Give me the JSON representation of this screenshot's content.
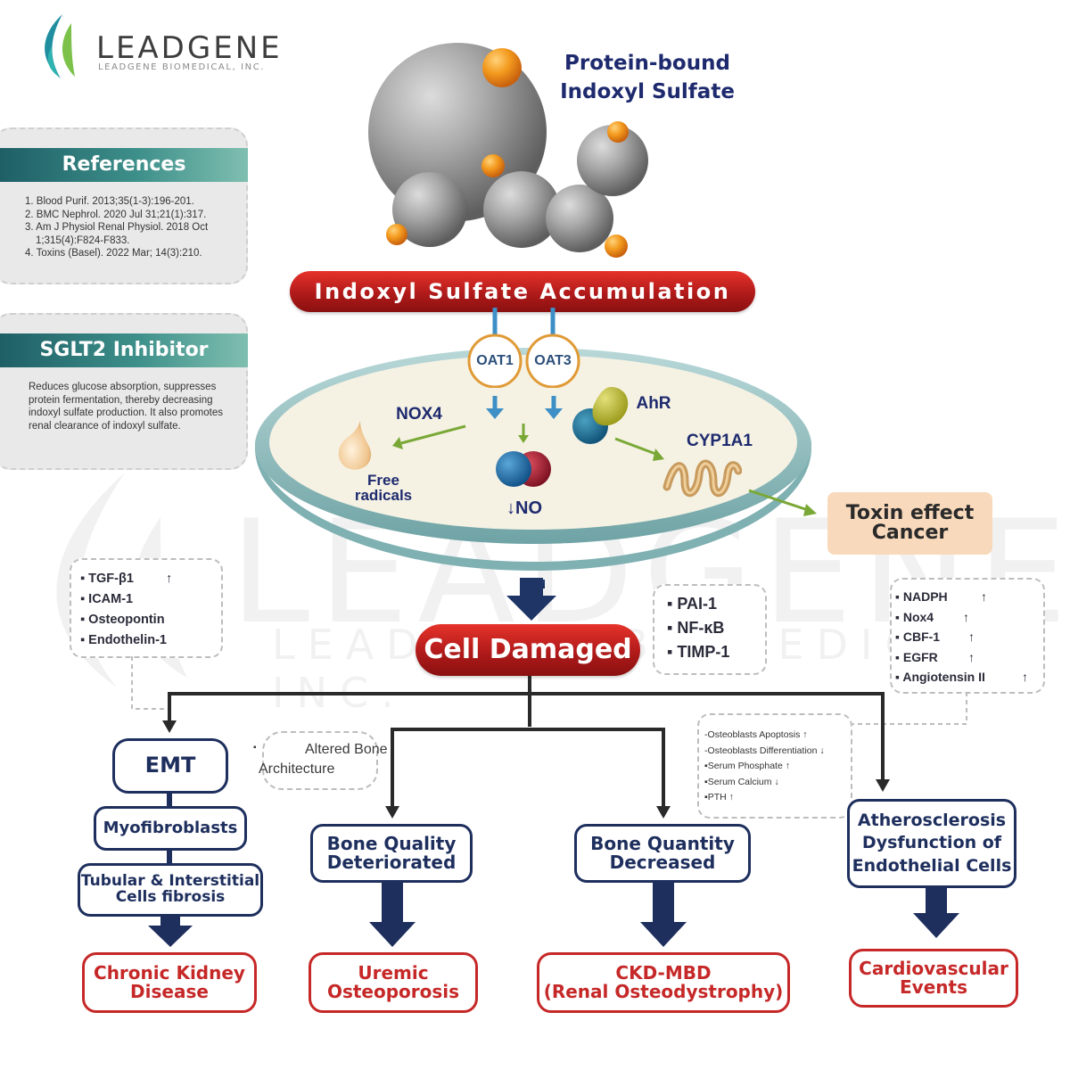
{
  "logo": {
    "name": "LEADGENE",
    "sub": "LEADGENE BIOMEDICAL, INC."
  },
  "title": {
    "line1": "Protein-bound",
    "line2": "Indoxyl Sulfate"
  },
  "references": {
    "heading": "References",
    "items": [
      "1. Blood Purif. 2013;35(1-3):196-201.",
      "2. BMC Nephrol. 2020 Jul 31;21(1):317.",
      "3. Am J Physiol Renal Physiol. 2018 Oct 1;315(4):F824-F833.",
      "4. Toxins (Basel). 2022 Mar; 14(3):210."
    ]
  },
  "sglt2": {
    "heading": "SGLT2 Inhibitor",
    "body": "Reduces glucose absorption, suppresses protein fermentation, thereby decreasing indoxyl sulfate production. It also promotes renal clearance of indoxyl sulfate."
  },
  "accumulation_label": "Indoxyl Sulfate Accumulation",
  "transporters": {
    "oat1": "OAT1",
    "oat3": "OAT3"
  },
  "cell": {
    "nox4": "NOX4",
    "free_radicals_1": "Free",
    "free_radicals_2": "radicals",
    "no_label": "↓NO",
    "ahr": "AhR",
    "cyp1a1": "CYP1A1"
  },
  "toxin": {
    "line1": "Toxin effect",
    "line2": "Cancer"
  },
  "cell_damaged": "Cell Damaged",
  "markers_left": {
    "items": [
      {
        "label": "TGF-β1",
        "arrow": "↑"
      },
      {
        "label": "ICAM-1",
        "arrow": ""
      },
      {
        "label": "Osteopontin",
        "arrow": ""
      },
      {
        "label": "Endothelin-1",
        "arrow": ""
      }
    ]
  },
  "markers_mid": {
    "items": [
      "PAI-1",
      "NF-κB",
      "TIMP-1"
    ]
  },
  "markers_right": {
    "items": [
      {
        "label": "NADPH",
        "arrow": "↑"
      },
      {
        "label": "Nox4",
        "arrow": "↑"
      },
      {
        "label": "CBF-1",
        "arrow": "↑"
      },
      {
        "label": "EGFR",
        "arrow": "↑"
      },
      {
        "label": "Angiotensin II",
        "arrow": "↑"
      }
    ]
  },
  "bone_arch": {
    "line1": "Altered Bone",
    "line2": "Architecture"
  },
  "osteo": {
    "items": [
      "Osteoblasts Apoptosis ↑",
      "Osteoblasts Differentiation ↓",
      "Serum Phosphate ↑",
      "Serum Calcium ↓",
      "PTH ↑"
    ]
  },
  "branch1": {
    "emt": "EMT",
    "myofibroblasts": "Myofibroblasts",
    "fibrosis_1": "Tubular & Interstitial",
    "fibrosis_2": "Cells fibrosis",
    "outcome_1": "Chronic Kidney",
    "outcome_2": "Disease"
  },
  "branch2": {
    "box_1": "Bone Quality",
    "box_2": "Deteriorated",
    "outcome_1": "Uremic",
    "outcome_2": "Osteoporosis"
  },
  "branch3": {
    "box_1": "Bone Quantity",
    "box_2": "Decreased",
    "outcome_1": "CKD-MBD",
    "outcome_2": "(Renal Osteodystrophy)"
  },
  "branch4": {
    "box_1": "Atherosclerosis",
    "box_2": "Dysfunction of",
    "box_3": "Endothelial Cells",
    "outcome_1": "Cardiovascular",
    "outcome_2": "Events"
  },
  "colors": {
    "navy": "#1e2f5e",
    "red": "#c62828",
    "teal": "#3d8f8a",
    "green_arrow": "#7aa836",
    "blue_arrow": "#3d8fc6"
  },
  "icons": [
    "leaf-logo-icon",
    "molecule-cluster-icon",
    "droplet-icon",
    "no-molecule-icon",
    "ahr-receptor-icon",
    "cyp1a1-helix-icon"
  ]
}
